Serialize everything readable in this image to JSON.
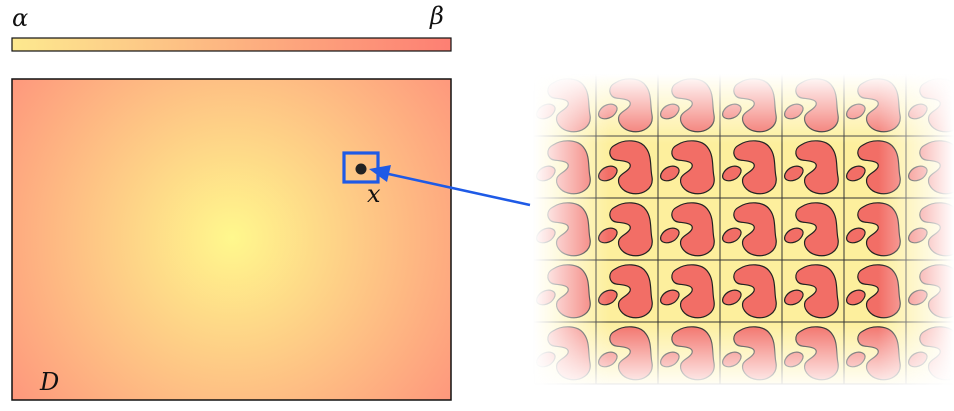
{
  "scale": {
    "left_label": "α",
    "right_label": "β",
    "colors": {
      "low": "#fde98f",
      "high": "#fd7f73"
    }
  },
  "domain": {
    "label": "D",
    "colors": {
      "center": "#fff88d",
      "mid": "#fec184",
      "edge": "#fe8a7a"
    }
  },
  "point": {
    "label": "x",
    "highlight_color": "#1e5ae6",
    "dot_color": "#222222"
  },
  "inset": {
    "grid_columns": 7,
    "grid_rows": 5,
    "cell_color": "#fdef9d",
    "inclusion_color": "#f26e66",
    "inclusion_outline": "#222222",
    "line_color": "#333333"
  },
  "arrow": {
    "color": "#1e5ae6"
  }
}
